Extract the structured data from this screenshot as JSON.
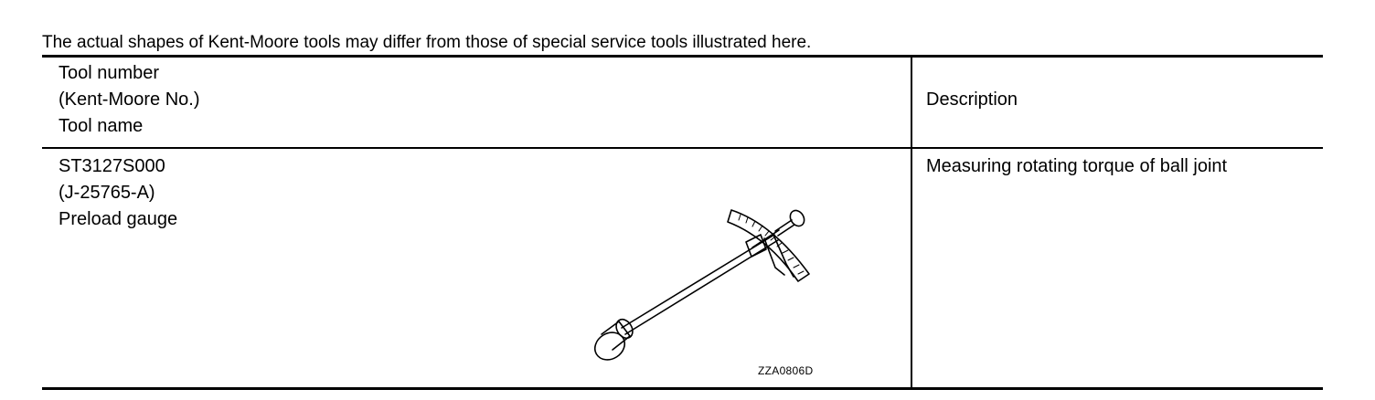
{
  "note": "The actual shapes of Kent-Moore tools may differ from those of special service tools illustrated here.",
  "header": {
    "left_lines": [
      "Tool number",
      "(Kent-Moore No.)",
      "Tool name"
    ],
    "right": "Description"
  },
  "row": {
    "tool_number": "ST3127S000",
    "kent_moore_no": "(J-25765-A)",
    "tool_name": "Preload gauge",
    "description": "Measuring rotating torque of ball joint",
    "figure_code": "ZZA0806D",
    "illustration_icon": "preload-gauge-illustration"
  }
}
